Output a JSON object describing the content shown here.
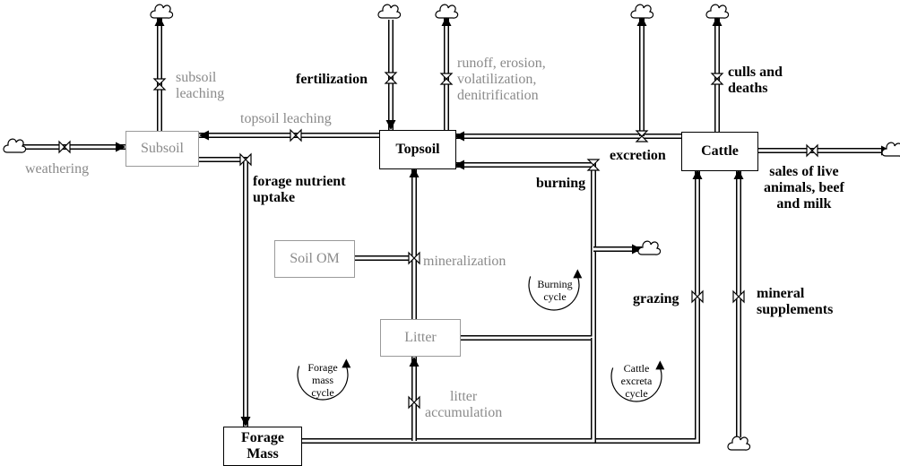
{
  "stocks": {
    "subsoil": "Subsoil",
    "topsoil": "Topsoil",
    "cattle": "Cattle",
    "soil_om": "Soil OM",
    "litter": "Litter",
    "forage_mass": "Forage\nMass"
  },
  "flows": {
    "weathering": "weathering",
    "subsoil_leaching": "subsoil\nleaching",
    "topsoil_leaching": "topsoil leaching",
    "forage_nutrient_uptake": "forage nutrient\nuptake",
    "fertilization": "fertilization",
    "runoff": "runoff, erosion,\nvolatilization,\ndenitrification",
    "excretion": "excretion",
    "culls_deaths": "culls and\ndeaths",
    "sales": "sales of live\nanimals, beef\nand milk",
    "burning": "burning",
    "mineralization": "mineralization",
    "grazing": "grazing",
    "mineral_supplements": "mineral\nsupplements",
    "litter_accumulation": "litter\naccumulation"
  },
  "loops": {
    "burning_cycle": "Burning\ncycle",
    "forage_mass_cycle": "Forage\nmass\ncycle",
    "cattle_excreta_cycle": "Cattle\nexcreta\ncycle"
  },
  "colors": {
    "black": "#000000",
    "gray": "#8a8a8a",
    "box_gray": "#9a9a9a"
  },
  "icons": [
    "cloud-icon",
    "valve-icon",
    "arrowhead-icon",
    "loop-arrow-icon"
  ]
}
